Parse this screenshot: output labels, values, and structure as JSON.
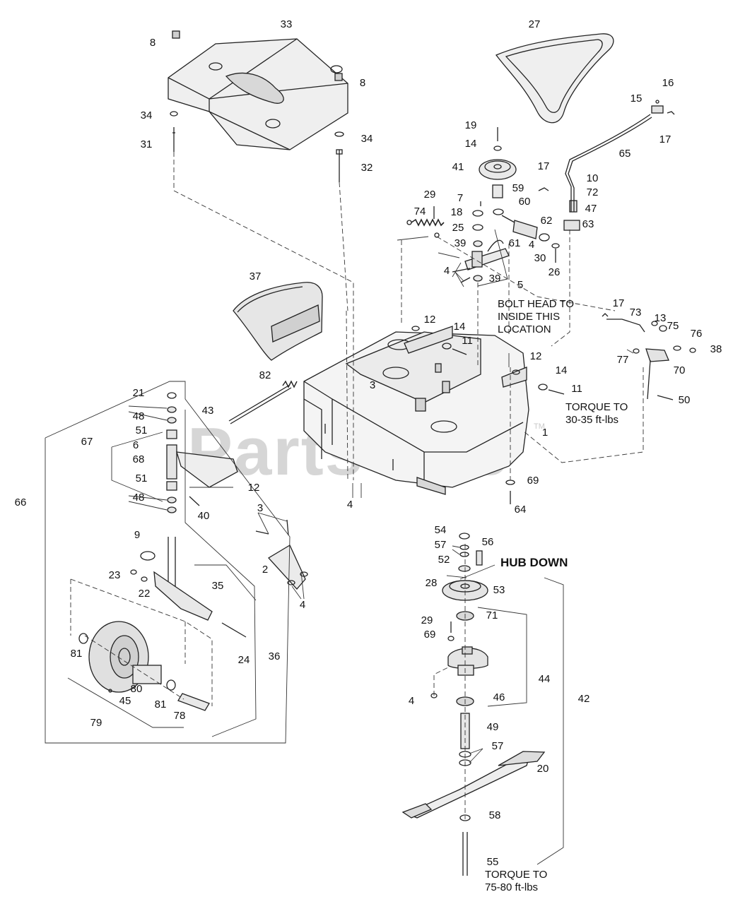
{
  "diagram": {
    "watermark": "PartsTree",
    "watermark_mark": "TM",
    "notes": {
      "bolt_head": "BOLT HEAD TO\nINSIDE THIS\nLOCATION",
      "torque_1": "TORQUE TO\n30-35 ft-lbs",
      "hub_down": "HUB DOWN",
      "torque_2": "TORQUE TO\n75-80 ft-lbs"
    },
    "callouts": [
      "1",
      "2",
      "3",
      "4",
      "5",
      "6",
      "7",
      "8",
      "9",
      "10",
      "11",
      "12",
      "13",
      "14",
      "15",
      "16",
      "17",
      "18",
      "19",
      "20",
      "21",
      "22",
      "23",
      "24",
      "25",
      "26",
      "27",
      "28",
      "29",
      "30",
      "31",
      "32",
      "33",
      "34",
      "35",
      "36",
      "37",
      "38",
      "39",
      "40",
      "41",
      "42",
      "43",
      "44",
      "45",
      "46",
      "47",
      "48",
      "49",
      "50",
      "51",
      "52",
      "53",
      "54",
      "55",
      "56",
      "57",
      "58",
      "59",
      "60",
      "61",
      "62",
      "63",
      "64",
      "65",
      "66",
      "67",
      "68",
      "69",
      "70",
      "71",
      "72",
      "73",
      "74",
      "75",
      "76",
      "77",
      "78",
      "79",
      "80",
      "81",
      "82"
    ]
  }
}
